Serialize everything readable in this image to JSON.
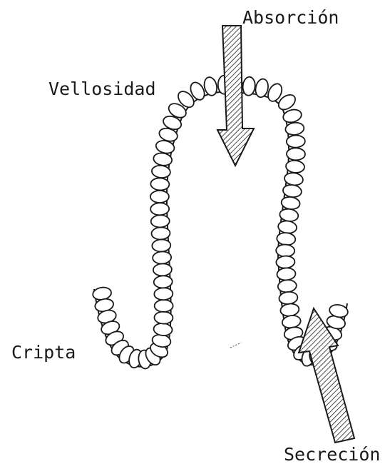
{
  "labels": {
    "absorption": "Absorción",
    "villus": "Vellosidad",
    "crypt": "Cripta",
    "secretion": "Secreción"
  },
  "colors": {
    "ink": "#1a1a1a",
    "background": "#ffffff"
  }
}
